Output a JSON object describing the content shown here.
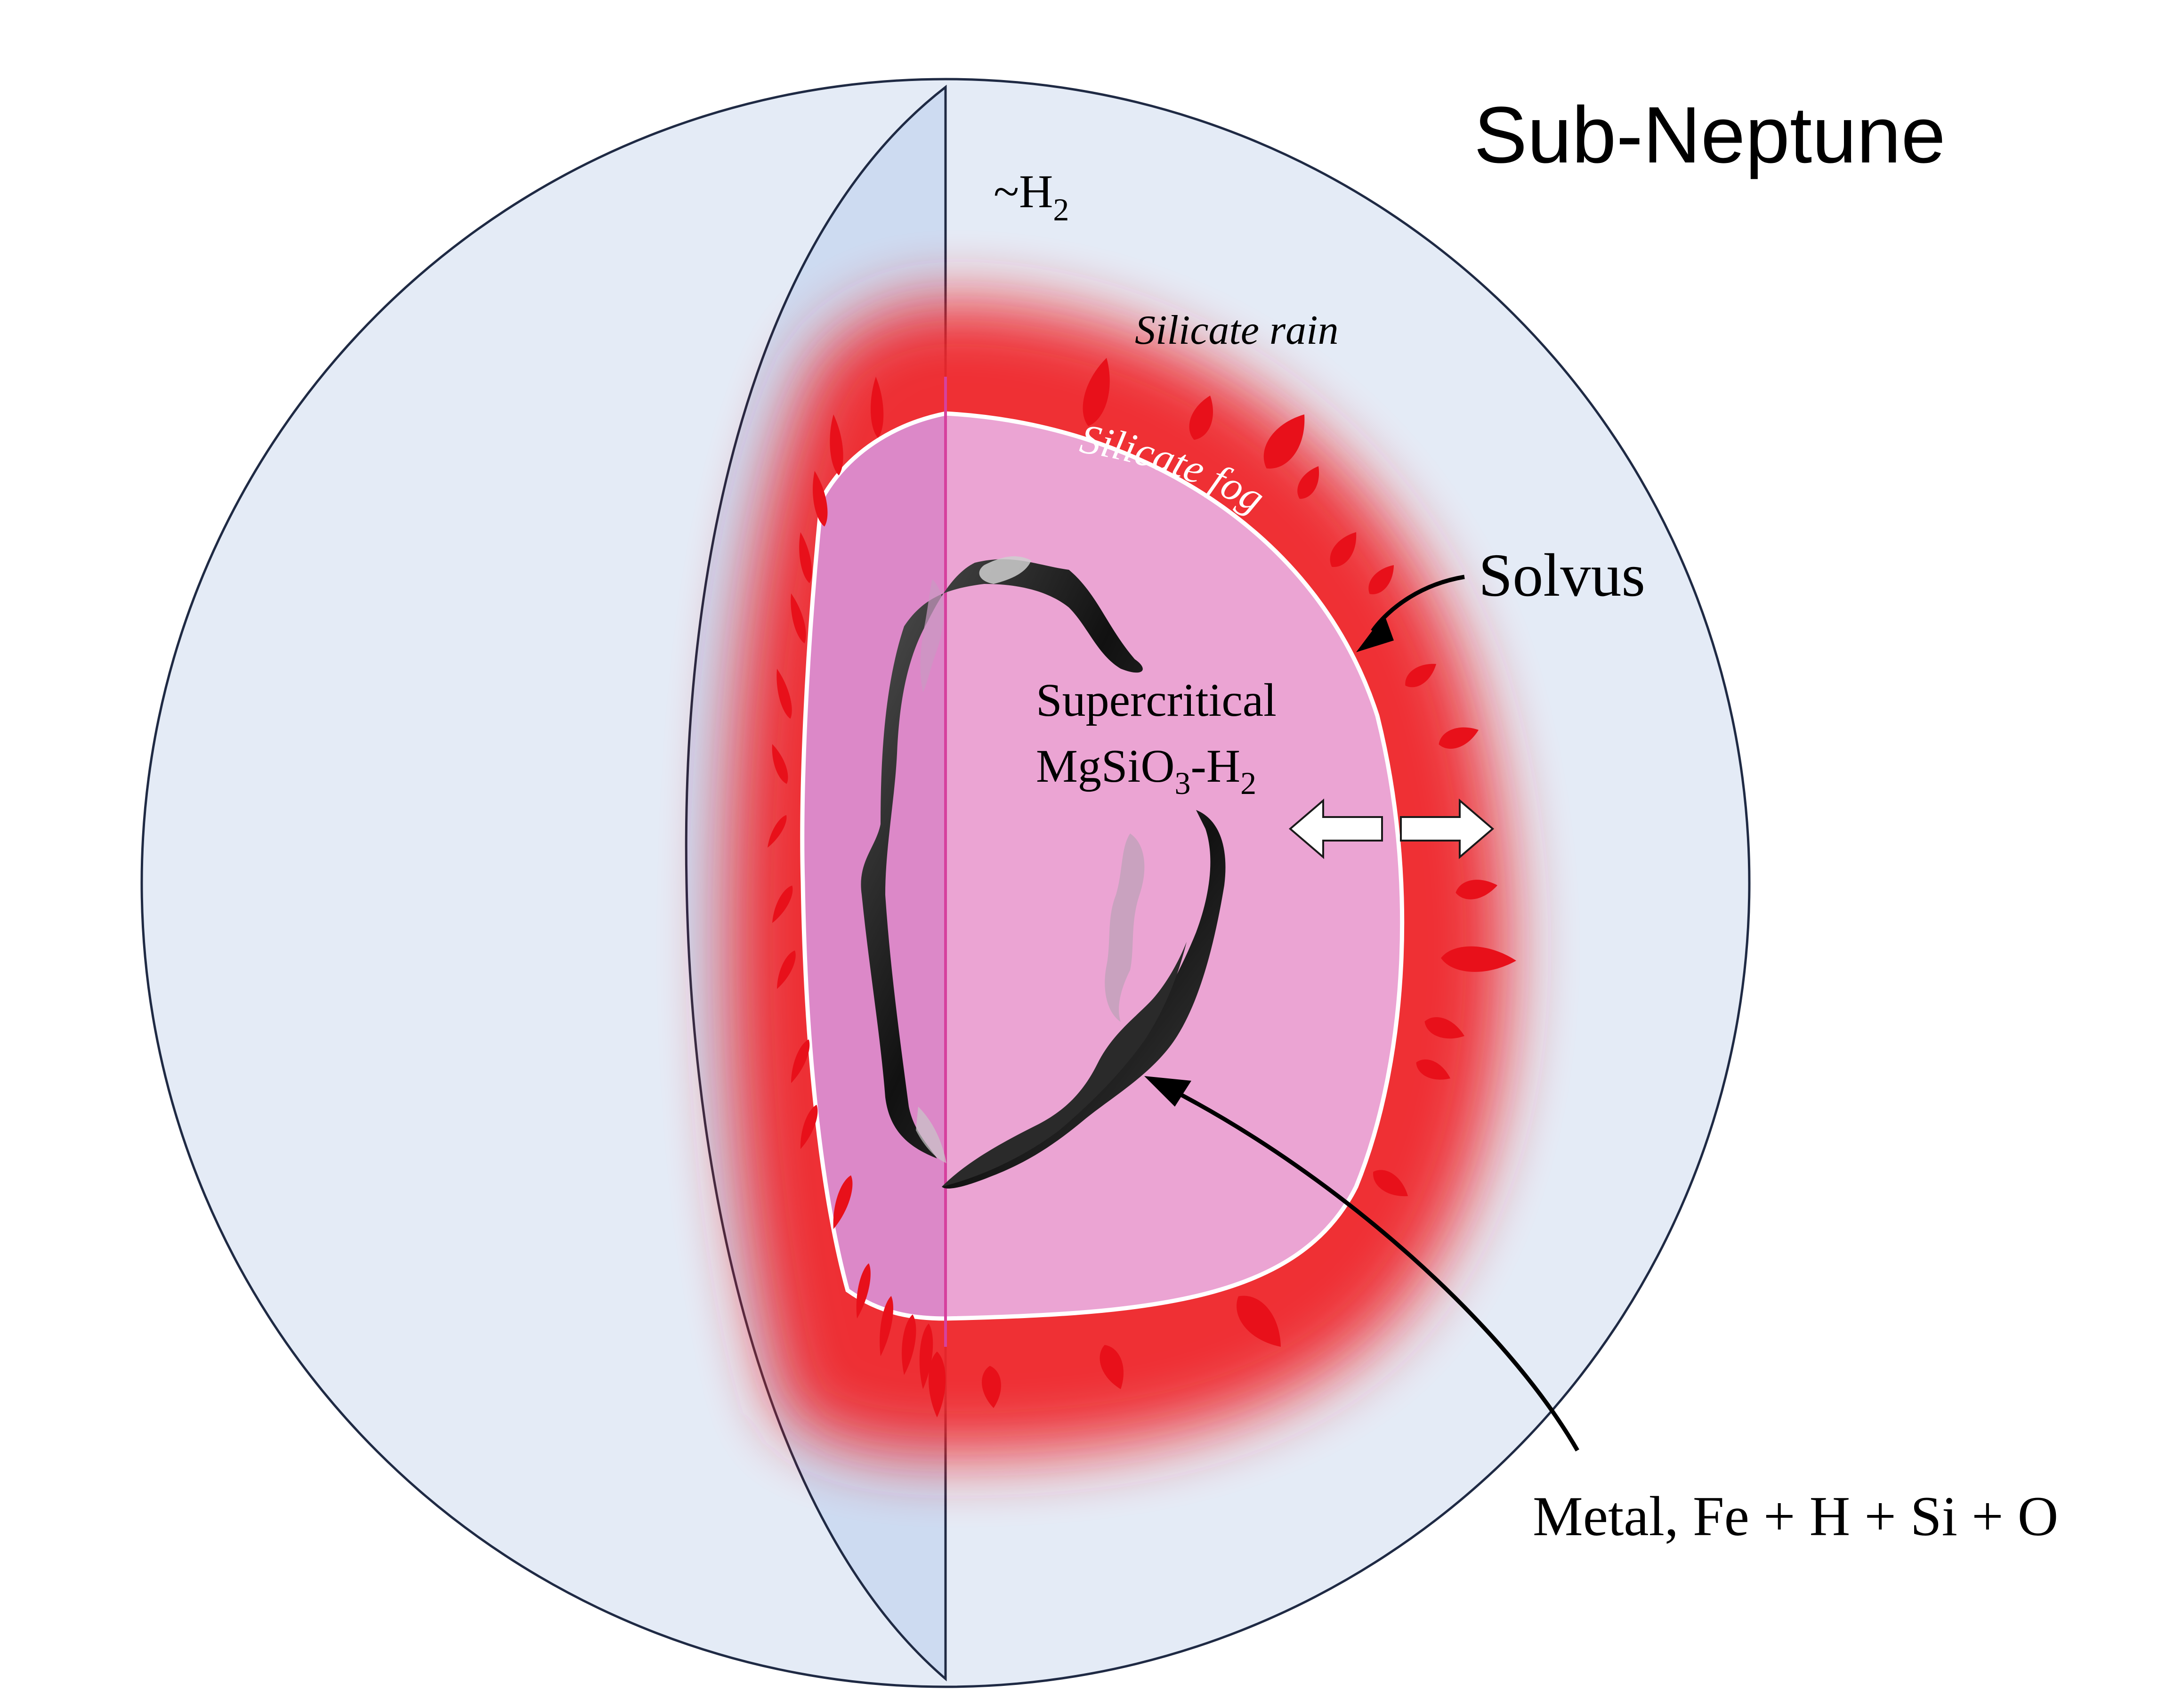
{
  "title": "Sub-Neptune",
  "labels": {
    "envelope": "~H",
    "envelope_sub": "2",
    "rain": "Silicate rain",
    "fog": "Silicate fog",
    "solvus": "Solvus",
    "mantle_line1": "Supercritical",
    "mantle_line2_a": "MgSiO",
    "mantle_line2_sub1": "3",
    "mantle_line2_b": "-H",
    "mantle_line2_sub2": "2",
    "core": "Metal, Fe + H + Si + O"
  },
  "colors": {
    "envelope": "#e4ebf6",
    "envelope_cut": "#cddbf1",
    "outline": "#1f2a44",
    "glow": "#f0262a",
    "mantle": "#eba4d3",
    "mantle_cut": "#dc88c8",
    "core": "#1a1a1a",
    "droplet": "#e8101a",
    "solvus_line": "#ffffff",
    "text": "#000000"
  },
  "icons": {
    "raindrop": "raindrop-icon",
    "exchange_arrow": "double-arrow-icon"
  }
}
